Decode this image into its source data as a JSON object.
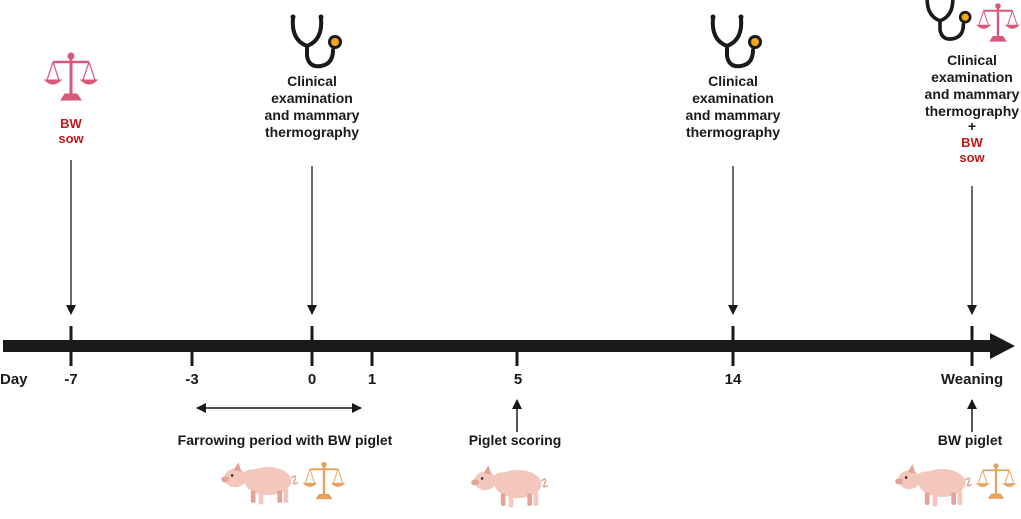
{
  "colors": {
    "axis": "#1a1a1a",
    "text": "#1a1a1a",
    "sow_label": "#c0191b",
    "scale_pink": "#d9587a",
    "scale_orange": "#e6a15c",
    "stethoscope_dot": "#f2a51a",
    "piglet_body": "#f4c7bd",
    "piglet_shade": "#e3a396"
  },
  "axis": {
    "day_label": "Day",
    "ticks": [
      "-7",
      "-3",
      "0",
      "1",
      "5",
      "14",
      "Weaning"
    ]
  },
  "events": {
    "bw_sow_1": {
      "line1": "BW",
      "line2": "sow",
      "icon": "scale-icon"
    },
    "exam_day0": {
      "lines": [
        "Clinical",
        "examination",
        "and mammary",
        "thermography"
      ],
      "icon": "stethoscope-icon"
    },
    "exam_day14": {
      "lines": [
        "Clinical",
        "examination",
        "and mammary",
        "thermography"
      ],
      "icon": "stethoscope-icon"
    },
    "exam_weaning": {
      "lines": [
        "Clinical",
        "examination",
        "and mammary",
        "thermography"
      ],
      "plus": "+",
      "bw_line1": "BW",
      "bw_line2": "sow",
      "icons": [
        "stethoscope-icon",
        "scale-icon"
      ]
    }
  },
  "bottom": {
    "farrowing": {
      "label": "Farrowing period with BW piglet",
      "icons": [
        "piglet-icon",
        "scale-icon"
      ]
    },
    "scoring": {
      "label": "Piglet scoring",
      "icon": "piglet-icon"
    },
    "bw_piglet": {
      "label": "BW piglet",
      "icons": [
        "piglet-icon",
        "scale-icon"
      ]
    }
  }
}
